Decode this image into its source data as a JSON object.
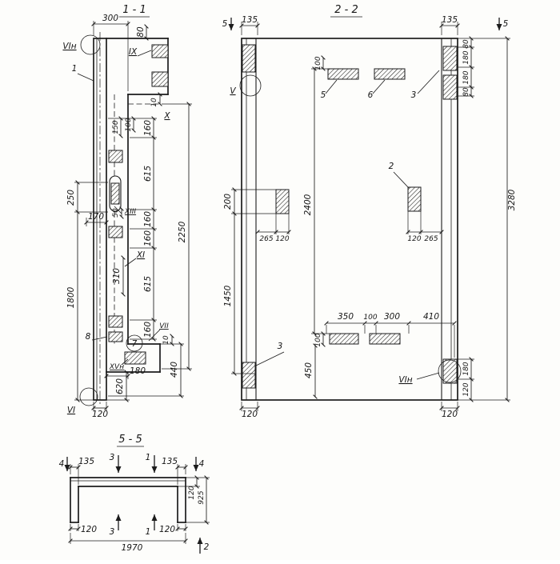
{
  "s11": {
    "title": "1 - 1",
    "labels": {
      "vi_top": "VIн",
      "vi_bot": "VI",
      "ix": "IX",
      "x": "X",
      "xiii": "XIII",
      "xi": "XI",
      "vii": "VII",
      "xvn": "XVн",
      "pos1": "1",
      "pos7": "7",
      "pos8": "8"
    },
    "dims": {
      "d300": "300",
      "d80": "80",
      "d10t": "10",
      "d150": "150",
      "d100": "100",
      "d160a": "160",
      "d615a": "615",
      "d160b": "160",
      "d160c": "160",
      "d615b": "615",
      "d160d": "160",
      "d2250": "2250",
      "d250": "250",
      "d1800": "1800",
      "d170": "170",
      "d50": "50",
      "d310": "310",
      "d10b": "10",
      "d180": "180",
      "d440": "440",
      "d620": "620",
      "d120": "120"
    }
  },
  "s22": {
    "title": "2 - 2",
    "labels": {
      "mark5l": "5",
      "mark5r": "5",
      "v": "V",
      "pos5": "5",
      "pos6": "6",
      "pos3t": "3",
      "pos2": "2",
      "pos3b": "3",
      "vin": "VIн"
    },
    "dims": {
      "d135l": "135",
      "d135r": "135",
      "d80a": "80",
      "d180a": "180",
      "d180b": "180",
      "d80b": "80",
      "d100t": "100",
      "d2400": "2400",
      "d3280": "3280",
      "d200": "200",
      "d1450": "1450",
      "d265l": "265",
      "d120l": "120",
      "d120r": "120",
      "d265r": "265",
      "d350": "350",
      "d100m": "100",
      "d300": "300",
      "d410": "410",
      "d100b": "100",
      "d450": "450",
      "d180v": "180",
      "d120v": "120",
      "d120botl": "120",
      "d120botr": "120"
    }
  },
  "s55": {
    "title": "5 - 5",
    "labels": {
      "mark4l": "4",
      "mark4r": "4",
      "mark3t": "3",
      "mark1t": "1",
      "mark3b": "3",
      "mark1b": "1",
      "mark2": "2"
    },
    "dims": {
      "d135l": "135",
      "d135r": "135",
      "d120w": "120",
      "d925": "925",
      "d120bl": "120",
      "d120br": "120",
      "d1970": "1970"
    }
  }
}
